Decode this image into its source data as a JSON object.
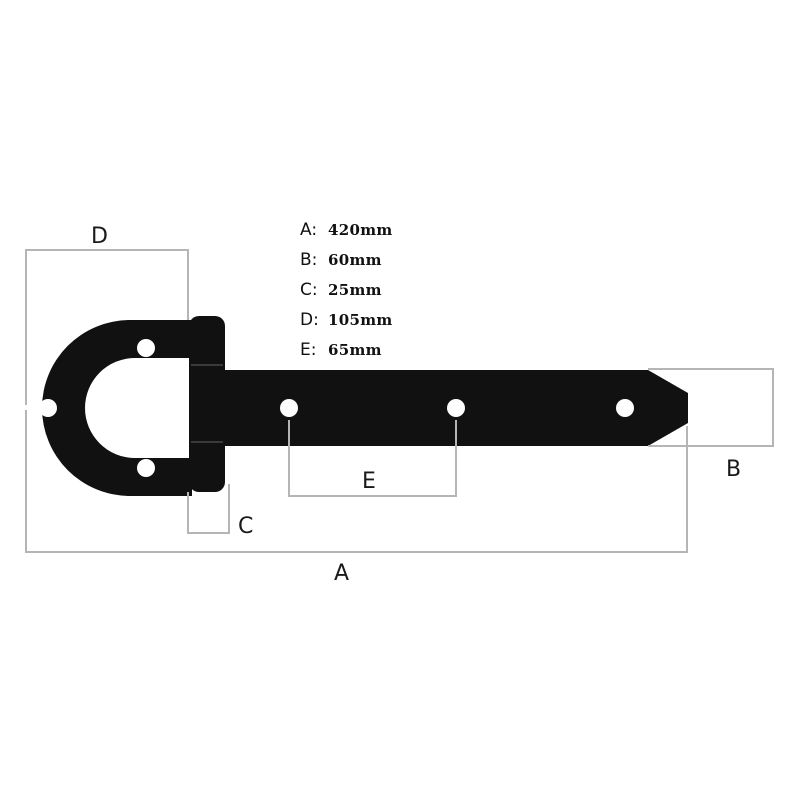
{
  "specs": [
    {
      "key": "A:",
      "value": "420mm"
    },
    {
      "key": "B:",
      "value": "60mm"
    },
    {
      "key": "C:",
      "value": "25mm"
    },
    {
      "key": "D:",
      "value": "105mm"
    },
    {
      "key": "E:",
      "value": "65mm"
    }
  ],
  "labels": {
    "a": "A",
    "b": "B",
    "c": "C",
    "d": "D",
    "e": "E"
  },
  "colors": {
    "hinge": "#111111",
    "dimension_line": "#b5b5b5",
    "text": "#111111",
    "background": "#ffffff"
  }
}
